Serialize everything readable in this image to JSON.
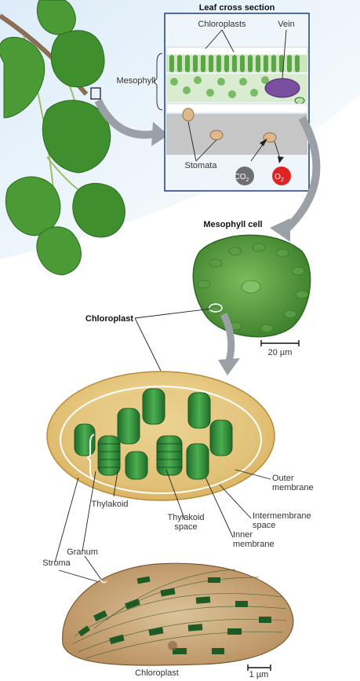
{
  "panels": {
    "leaf_section_title": "Leaf cross section",
    "mesophyll_cell_title": "Mesophyll cell",
    "chloroplast_title": "Chloroplast",
    "micrograph_caption": "Chloroplast"
  },
  "labels": {
    "chloroplasts": "Chloroplasts",
    "vein": "Vein",
    "mesophyll": "Mesophyll",
    "stomata": "Stomata",
    "co2_main": "CO",
    "co2_sub": "2",
    "o2_main": "O",
    "o2_sub": "2",
    "thylakoid": "Thylakoid",
    "thylakoid_space_1": "Thylakoid",
    "thylakoid_space_2": "space",
    "inner_membrane_1": "Inner",
    "inner_membrane_2": "membrane",
    "intermembrane_1": "Intermembrane",
    "intermembrane_2": "space",
    "outer_membrane_1": "Outer",
    "outer_membrane_2": "membrane",
    "granum": "Granum",
    "stroma": "Stroma"
  },
  "scale_bars": {
    "cell": "20 µm",
    "micrograph": "1 µm"
  },
  "colors": {
    "leaf_green": "#3f8f2e",
    "leaf_dark": "#2b6b1f",
    "box_border": "#1d3f7a",
    "box_fill": "#eef5fb",
    "arrow_gray": "#9aa0a6",
    "co2_gray": "#6f6f6f",
    "o2_red": "#e02424",
    "cell_green": "#4a8f3a",
    "chloroplast_envelope": "#e8c77a",
    "granum_green": "#2f8a3c",
    "vein_purple": "#7b4fa0",
    "micrograph_tan": "#c9a47a"
  }
}
